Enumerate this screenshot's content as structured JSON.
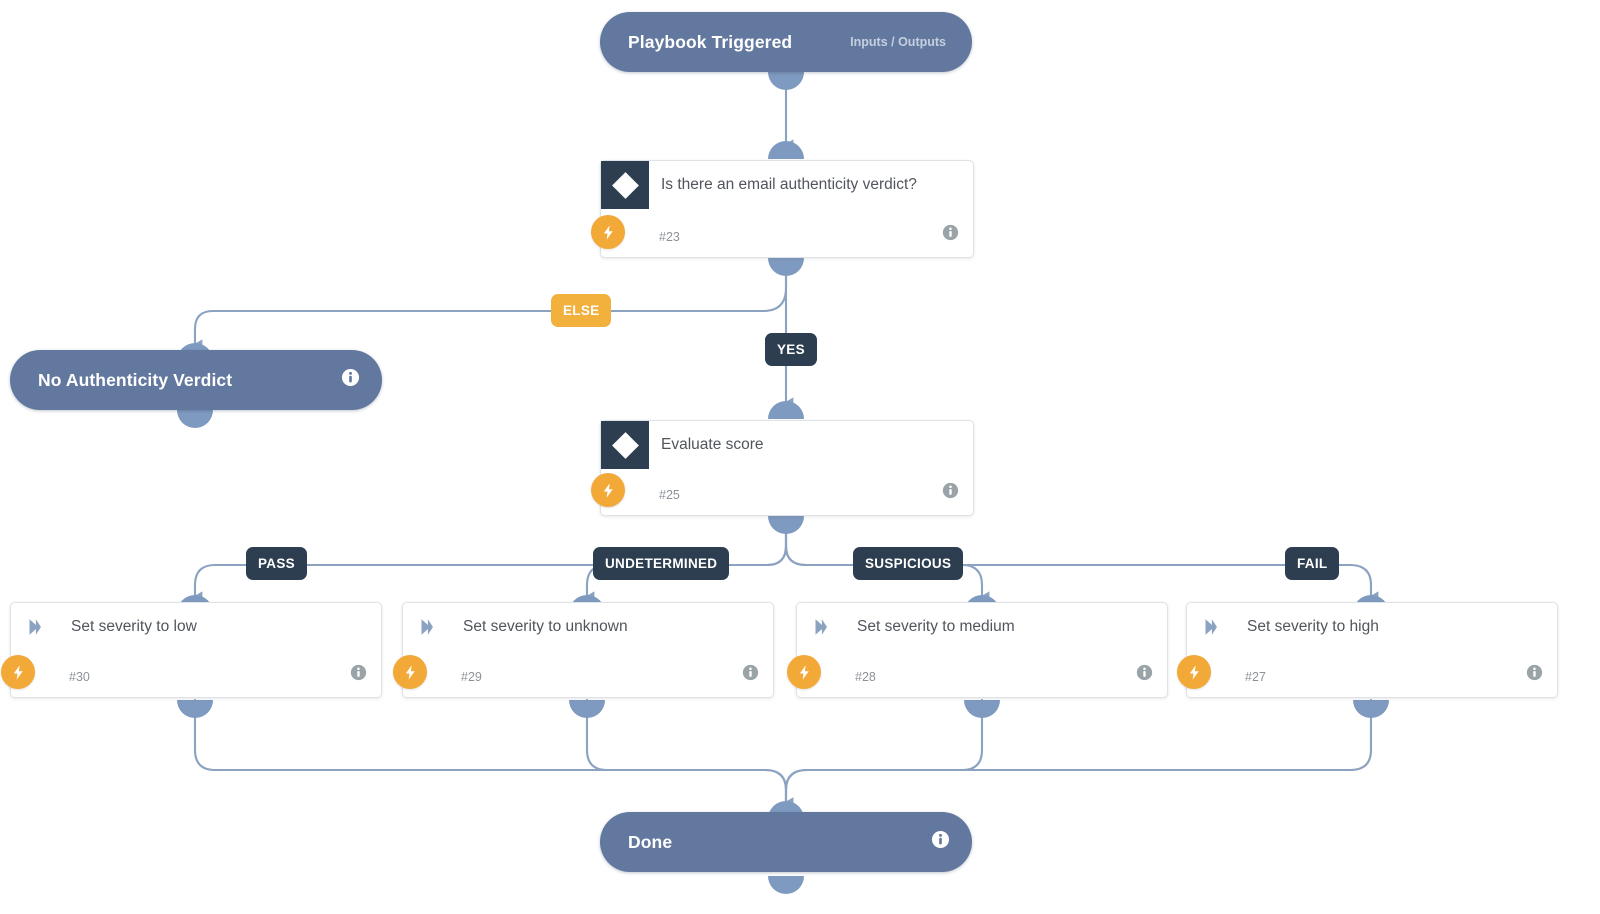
{
  "diagram": {
    "type": "playbook-workflow",
    "colors": {
      "pill_bg": "#63789e",
      "card_bg": "#ffffff",
      "card_border": "#dfe3e8",
      "icon_dark": "#2c3e50",
      "bolt_amber": "#f2a938",
      "label_dark": "#2c3e50",
      "label_amber": "#f2b03c",
      "edge_stroke": "#8ba2c0",
      "port_fill": "#7f9ac0",
      "title_text": "#51555c",
      "id_text": "#8d9299"
    },
    "nodes": [
      {
        "id": "start",
        "kind": "pill",
        "title": "Playbook Triggered",
        "right_label": "Inputs / Outputs",
        "has_info": false
      },
      {
        "id": "n23",
        "kind": "card",
        "icon": "condition-diamond-icon",
        "title": "Is there an email authenticity verdict?",
        "number": "#23",
        "has_bolt": true,
        "has_info": true
      },
      {
        "id": "no-verdict",
        "kind": "pill",
        "title": "No Authenticity Verdict",
        "right_label": "",
        "has_info": true
      },
      {
        "id": "n25",
        "kind": "card",
        "icon": "condition-diamond-icon",
        "title": "Evaluate score",
        "number": "#25",
        "has_bolt": true,
        "has_info": true
      },
      {
        "id": "n30",
        "kind": "card",
        "icon": "action-chevron-icon",
        "title": "Set severity to low",
        "number": "#30",
        "has_bolt": true,
        "has_info": true
      },
      {
        "id": "n29",
        "kind": "card",
        "icon": "action-chevron-icon",
        "title": "Set severity to unknown",
        "number": "#29",
        "has_bolt": true,
        "has_info": true
      },
      {
        "id": "n28",
        "kind": "card",
        "icon": "action-chevron-icon",
        "title": "Set severity to medium",
        "number": "#28",
        "has_bolt": true,
        "has_info": true
      },
      {
        "id": "n27",
        "kind": "card",
        "icon": "action-chevron-icon",
        "title": "Set severity to high",
        "number": "#27",
        "has_bolt": true,
        "has_info": true
      },
      {
        "id": "done",
        "kind": "pill",
        "title": "Done",
        "right_label": "",
        "has_info": true
      }
    ],
    "edge_labels": [
      {
        "id": "else",
        "text": "ELSE",
        "style": "amber",
        "from": "n23",
        "to": "no-verdict"
      },
      {
        "id": "yes",
        "text": "YES",
        "style": "dark",
        "from": "n23",
        "to": "n25"
      },
      {
        "id": "pass",
        "text": "PASS",
        "style": "dark",
        "from": "n25",
        "to": "n30"
      },
      {
        "id": "und",
        "text": "UNDETERMINED",
        "style": "dark",
        "from": "n25",
        "to": "n29"
      },
      {
        "id": "susp",
        "text": "SUSPICIOUS",
        "style": "dark",
        "from": "n25",
        "to": "n28"
      },
      {
        "id": "fail",
        "text": "FAIL",
        "style": "dark",
        "from": "n25",
        "to": "n27"
      }
    ]
  }
}
